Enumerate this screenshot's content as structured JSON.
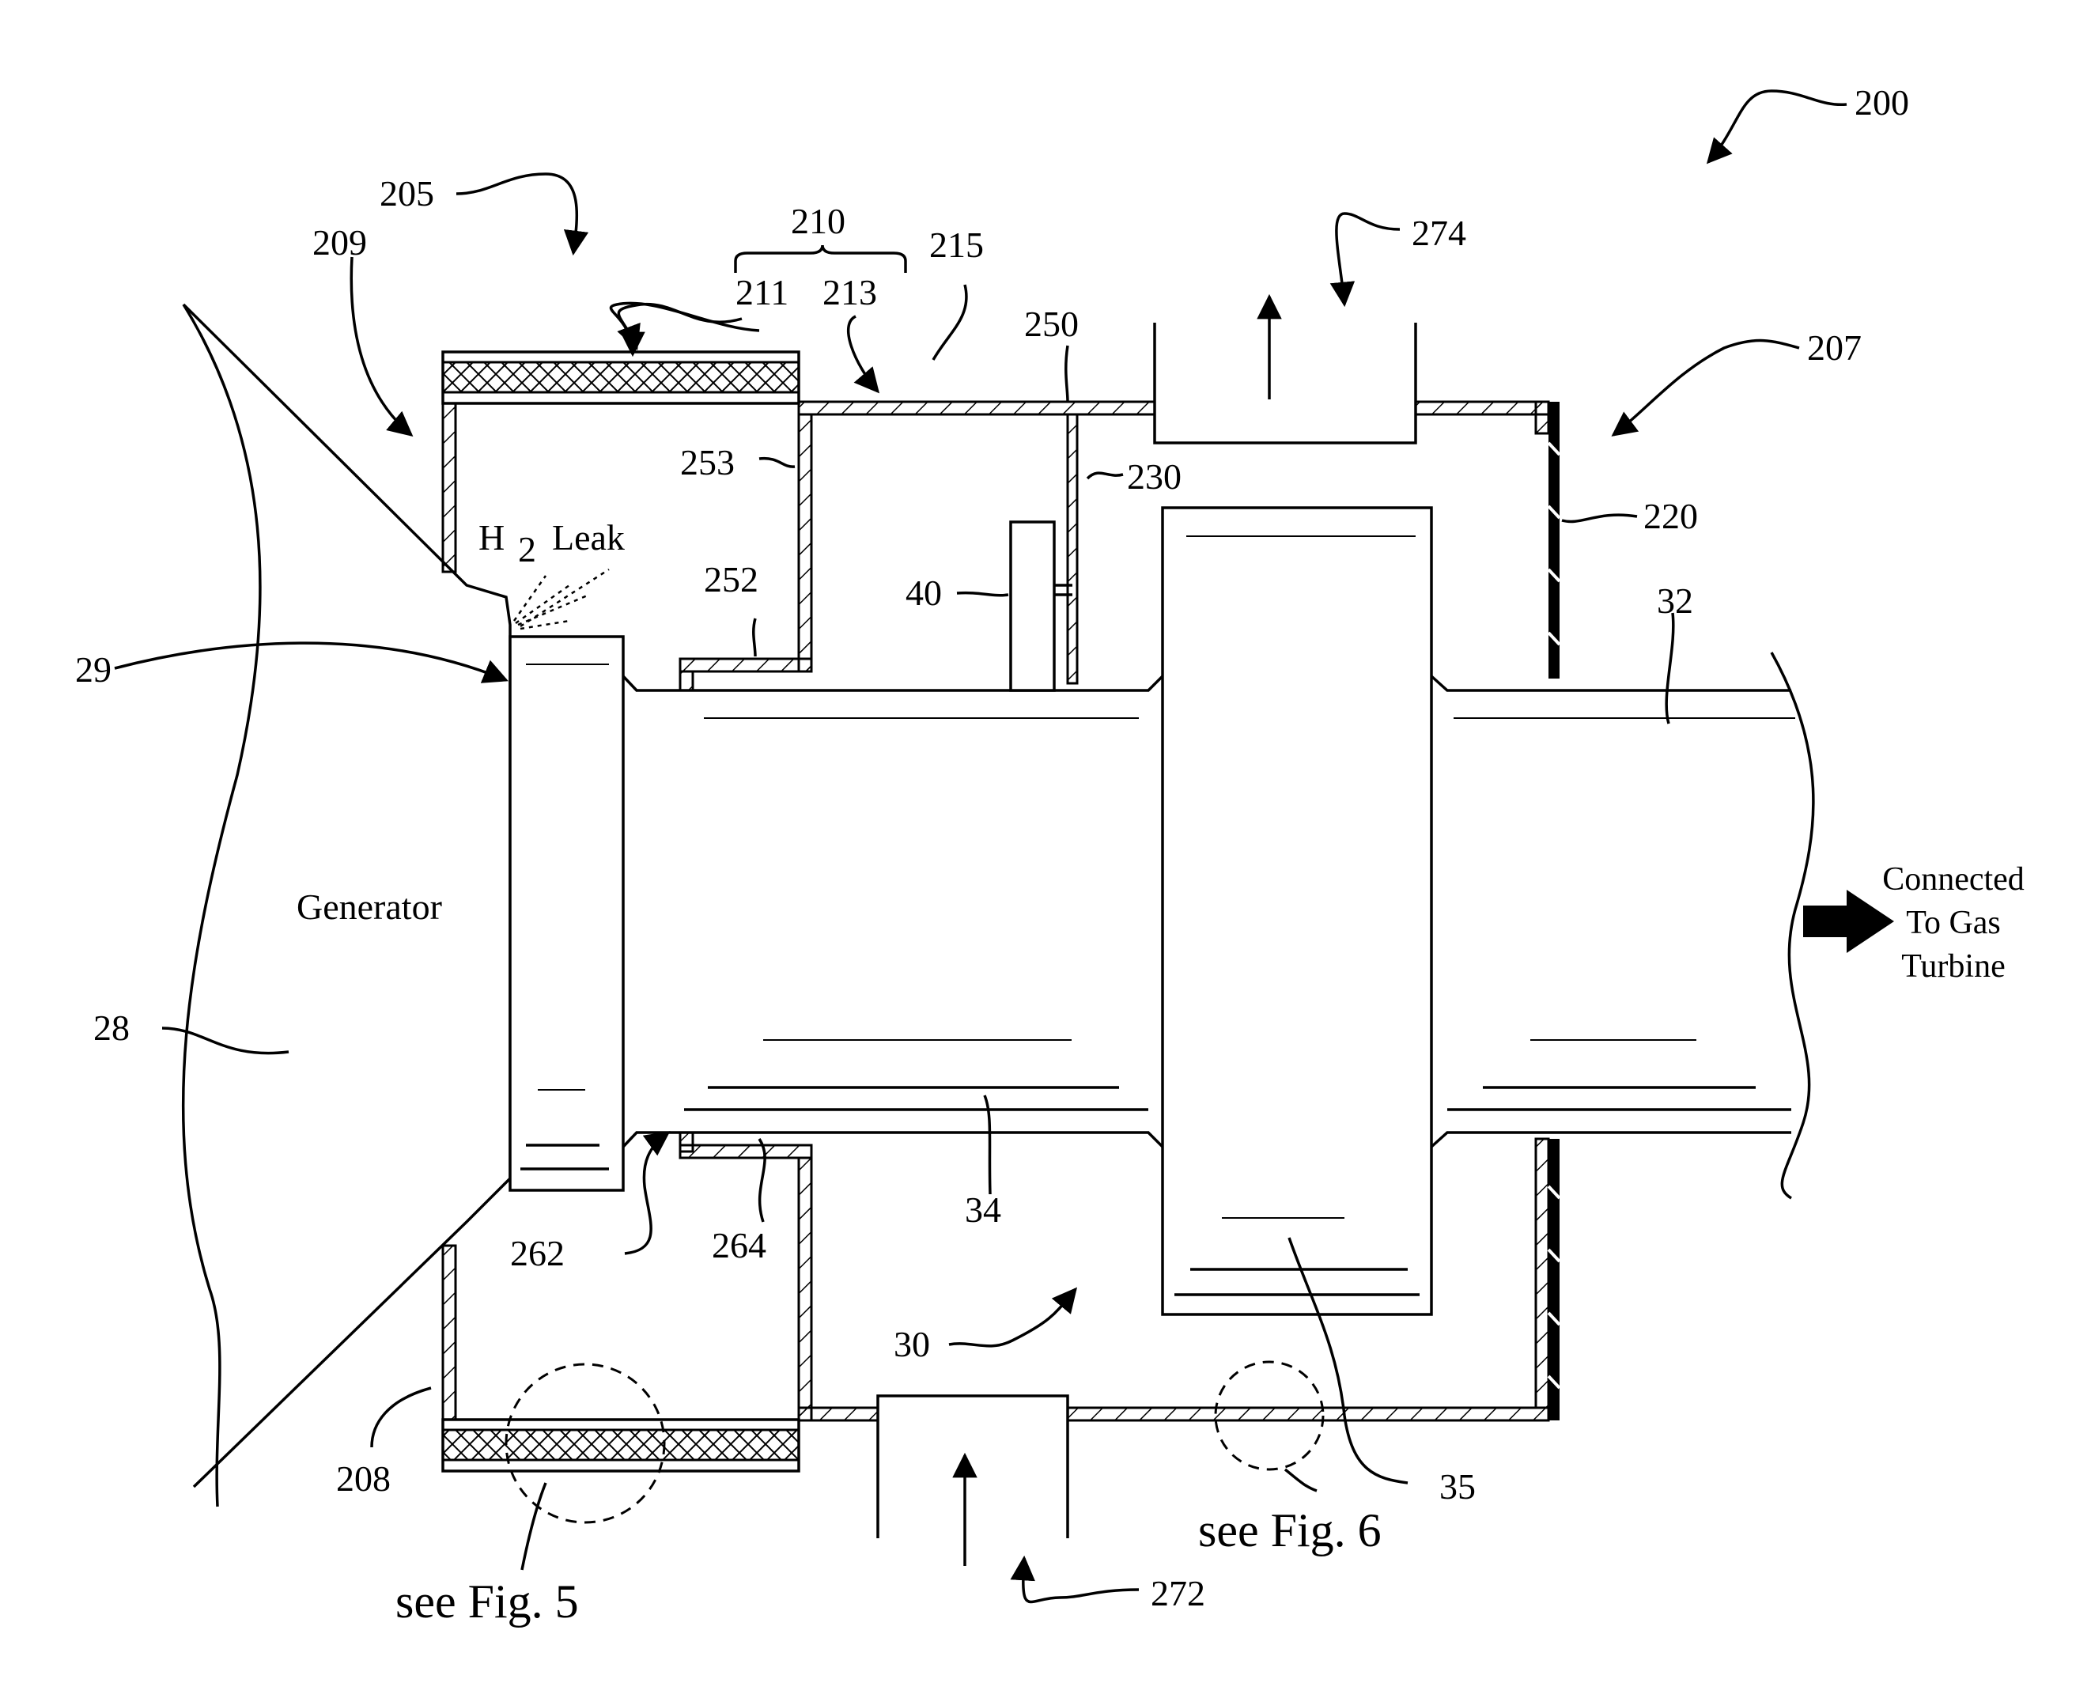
{
  "figure_number": "200",
  "labels": {
    "l200": "200",
    "l205": "205",
    "l207": "207",
    "l208": "208",
    "l209": "209",
    "l210": "210",
    "l211": "211",
    "l213": "213",
    "l215": "215",
    "l220": "220",
    "l230": "230",
    "l250": "250",
    "l252": "252",
    "l253": "253",
    "l262": "262",
    "l264": "264",
    "l272": "272",
    "l274": "274",
    "l28": "28",
    "l29": "29",
    "l30": "30",
    "l32": "32",
    "l34": "34",
    "l35": "35",
    "l40": "40"
  },
  "text": {
    "generator": "Generator",
    "h2_main": "H",
    "h2_sub": "2",
    "h2_leak": "Leak",
    "connected_line1": "Connected",
    "connected_line2": "To Gas",
    "connected_line3": "Turbine",
    "see_fig5": "see Fig. 5",
    "see_fig6": "see Fig. 6"
  },
  "icons": {
    "flow_out_arrow": "arrow-up-icon",
    "flow_in_arrow": "arrow-up-icon",
    "turbine_arrow": "arrow-right-icon"
  }
}
